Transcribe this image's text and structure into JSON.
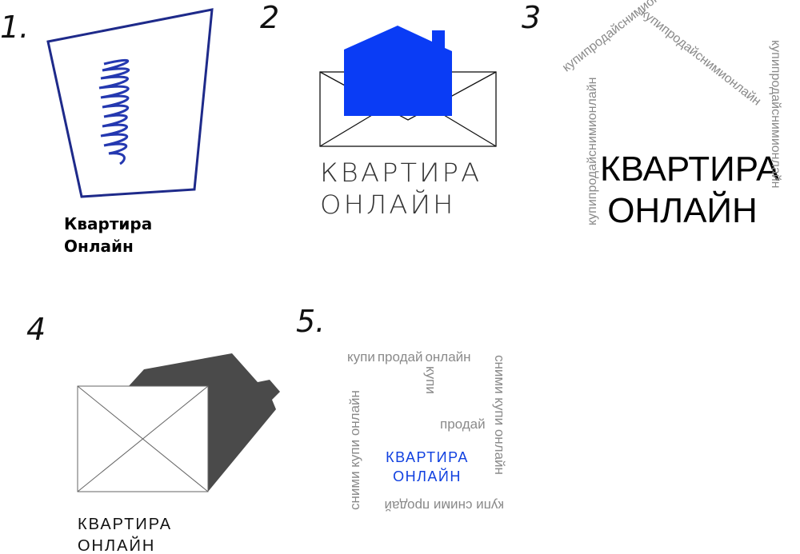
{
  "variants": [
    {
      "number": "1.",
      "line1": "Квартира",
      "line2": "Онлайн",
      "frame_color": "#1e2a8a",
      "scribble_color": "#2438b0"
    },
    {
      "number": "2",
      "line1": "КВАРТИРА",
      "line2": "ОНЛАЙН",
      "house_color": "#0a3cf5"
    },
    {
      "number": "3",
      "line1": "КВАРТИРА",
      "line2": "ОНЛАЙН",
      "roof_left": "купипродайснимионлайн",
      "roof_right": "купипродайснимионлайн",
      "wall_left": "купипродайснимионлайн",
      "wall_right": "купипродайснимионлайн"
    },
    {
      "number": "4",
      "line1": "КВАРТИРА",
      "line2": "ОНЛАЙН",
      "house_color": "#4a4a4a"
    },
    {
      "number": "5.",
      "line1": "КВАРТИРА",
      "line2": "ОНЛАЙН",
      "text_color": "#1040e0",
      "top": [
        "купи",
        "продай",
        "онлайн"
      ],
      "mid_vertical": "купи",
      "mid": "продай",
      "left": "сними купи онлайн",
      "right": "сними купи онлайн",
      "bottom": "купи сними продай"
    }
  ]
}
